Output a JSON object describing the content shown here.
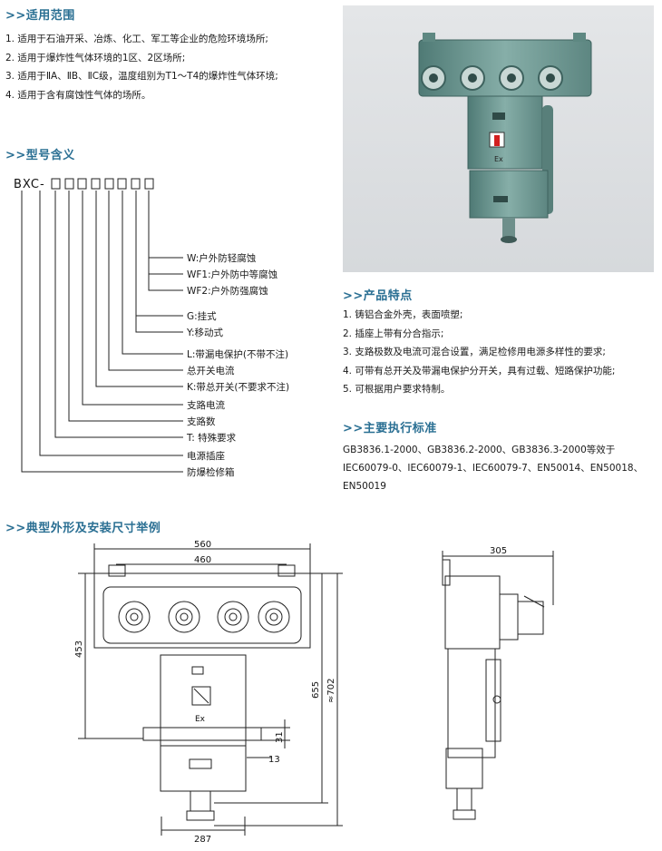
{
  "scope": {
    "title": ">>适用范围",
    "items": [
      "1. 适用于石油开采、冶炼、化工、军工等企业的危险环境场所;",
      "2. 适用于爆炸性气体环境的1区、2区场所;",
      "3. 适用于ⅡA、ⅡB、ⅡC级，温度组别为T1～T4的爆炸性气体环境;",
      "4. 适用于含有腐蚀性气体的场所。"
    ]
  },
  "model": {
    "title": ">>型号含义",
    "code": "BXC-",
    "labels": [
      "W:户外防轻腐蚀",
      "WF1:户外防中等腐蚀",
      "WF2:户外防强腐蚀",
      "G:挂式",
      "Y:移动式",
      "L:带漏电保护(不带不注)",
      "总开关电流",
      "K:带总开关(不要求不注)",
      "支路电流",
      "支路数",
      "T: 特殊要求",
      "电源插座",
      "防爆检修箱"
    ]
  },
  "photo": {
    "ex_mark": "Ex"
  },
  "features": {
    "title": ">>产品特点",
    "items": [
      "1. 铸铝合金外壳，表面喷塑;",
      "2. 插座上带有分合指示;",
      "3. 支路极数及电流可混合设置，满足检修用电源多样性的要求;",
      "4. 可带有总开关及带漏电保护分开关，具有过载、短路保护功能;",
      "5. 可根据用户要求特制。"
    ]
  },
  "standards": {
    "title": ">>主要执行标准",
    "text": "GB3836.1-2000、GB3836.2-2000、GB3836.3-2000等效于IEC60079-0、IEC60079-1、IEC60079-7、EN50014、EN50018、EN50019"
  },
  "drawing": {
    "title": ">>典型外形及安装尺寸举例",
    "dims": {
      "w560": "560",
      "w460": "460",
      "h453": "453",
      "h655": "655",
      "h702": "≈702",
      "d31": "31",
      "d13": "13",
      "w287": "287",
      "w305": "305"
    },
    "ex_mark": "Ex"
  },
  "colors": {
    "title": "#2a6f93",
    "enclosure": "#6e9a94",
    "line": "#222222"
  }
}
